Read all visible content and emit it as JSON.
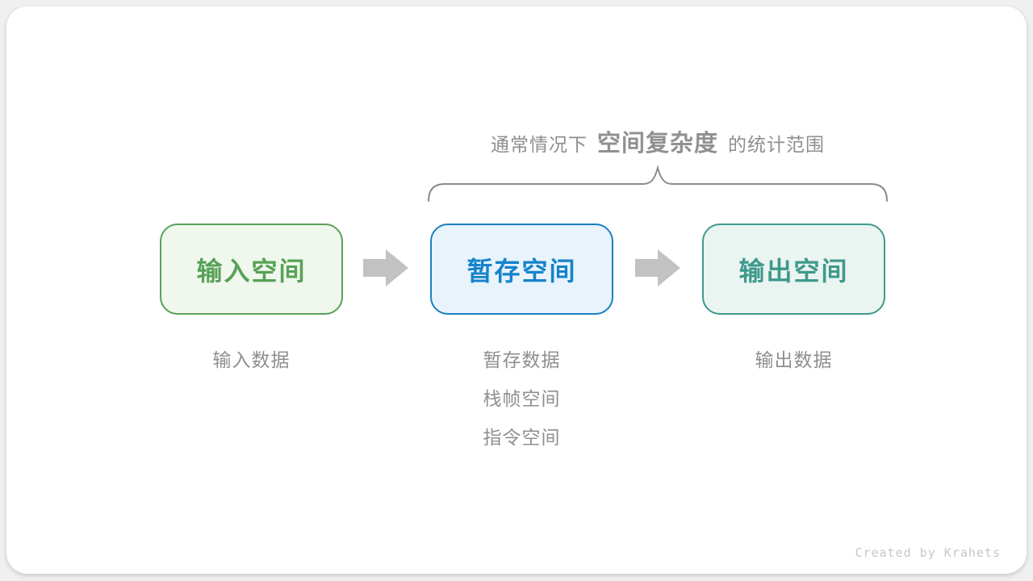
{
  "page": {
    "background_color": "#f0f0f0",
    "card_background_color": "#ffffff"
  },
  "annotation": {
    "prefix": "通常情况下",
    "emphasis": "空间复杂度",
    "suffix": "的统计范围",
    "text_color": "#8e8e8e"
  },
  "brace": {
    "color": "#8c8c8c",
    "spans_boxes": [
      "暂存空间",
      "输出空间"
    ]
  },
  "boxes": [
    {
      "label": "输入空间",
      "text_color": "#57a257",
      "border_color": "#5aa05a",
      "background": "#f0f7ed"
    },
    {
      "label": "暂存空间",
      "text_color": "#1583cc",
      "border_color": "#1b7ec3",
      "background": "#e8f3fb"
    },
    {
      "label": "输出空间",
      "text_color": "#3e998c",
      "border_color": "#3e998c",
      "background": "#eaf4f0"
    }
  ],
  "arrows": {
    "color": "#c2c2c2",
    "direction": "right"
  },
  "captions": {
    "text_color": "#8f8f8f",
    "input": [
      "输入数据"
    ],
    "temp": [
      "暂存数据",
      "栈帧空间",
      "指令空间"
    ],
    "output": [
      "输出数据"
    ]
  },
  "watermark": {
    "text": "Created by Krahets",
    "color": "#c6c6c6"
  }
}
